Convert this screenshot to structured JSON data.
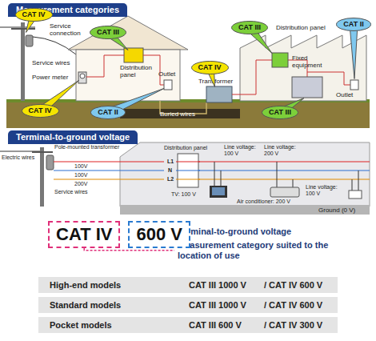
{
  "diagram": {
    "nodes": [
      {
        "text": [
          "Measurement categories"
        ]
      },
      {
        "text": [
          "CAT IV"
        ]
      },
      {
        "text": [
          "CAT III"
        ]
      },
      {
        "text": [
          "CAT III"
        ]
      },
      {
        "text": [
          "CAT II"
        ]
      },
      {
        "text": [
          "CAT IV"
        ]
      },
      {
        "text": [
          "CAT IV"
        ]
      },
      {
        "text": [
          "CAT II"
        ]
      },
      {
        "text": [
          "CAT III"
        ]
      },
      {
        "text": [
          "Terminal-to-ground voltage"
        ]
      },
      {
        "text": [
          "CAT IV"
        ]
      },
      {
        "text": [
          "600 V"
        ]
      }
    ],
    "labels": [
      "Service connection",
      "Service wires",
      "Power meter",
      "Distribution panel",
      "Outlet",
      "Transformer",
      "Buried wires",
      "Distribution panel",
      "Fixed equipment",
      "Outlet",
      "Electric wires",
      "Pole-mounted transformer",
      "100V",
      "100V",
      "200V",
      "Service wires",
      "Distribution panel",
      "L1",
      "N",
      "L2",
      "Line voltage: 100 V",
      "Line voltage: 200 V",
      "TV: 100 V",
      "Air conditioner: 200 V",
      "Line voltage: 100 V",
      "Ground (0 V)",
      "Terminal-to-ground voltage",
      "Measurement category suited to the location of use",
      "High-end models",
      "CAT III 1000 V",
      "/ CAT IV 600 V",
      "Standard models",
      "CAT III 1000 V",
      "/ CAT IV 600 V",
      "Pocket models",
      "CAT III 600 V",
      "/ CAT IV 300 V"
    ]
  }
}
